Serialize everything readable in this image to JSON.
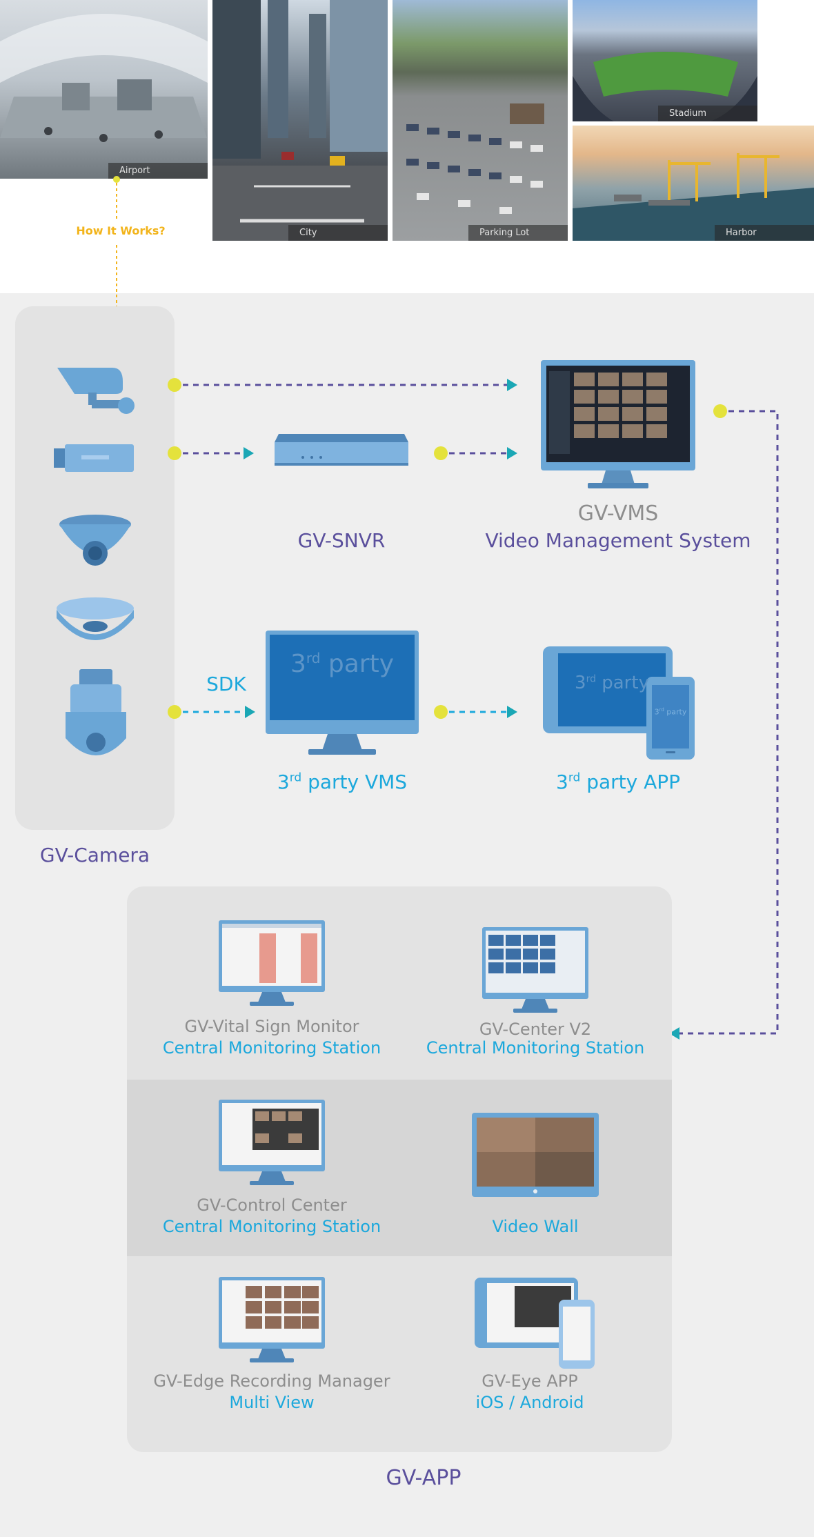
{
  "photos": [
    {
      "caption": "Airport"
    },
    {
      "caption": "City"
    },
    {
      "caption": "Parking Lot"
    },
    {
      "caption": "Stadium"
    },
    {
      "caption": "Harbor"
    }
  ],
  "how_it_works": "How It Works?",
  "snvr": {
    "label": "GV-SNVR"
  },
  "vms": {
    "name": "GV-VMS",
    "subtitle": "Video Management System"
  },
  "sdk": "SDK",
  "third_party": {
    "screen_text_base": "3",
    "screen_text_sup": "rd",
    "screen_text_word": " party",
    "vms_base": "3",
    "vms_sup": "rd",
    "vms_rest": " party VMS",
    "app_base": "3",
    "app_sup": "rd",
    "app_rest": " party APP"
  },
  "camera_group": {
    "label": "GV-Camera"
  },
  "app_group": {
    "label": "GV-APP",
    "items": [
      {
        "name": "GV-Vital Sign Monitor",
        "subtitle": "Central Monitoring Station"
      },
      {
        "name": "GV-Center V2",
        "subtitle": "Central Monitoring Station"
      },
      {
        "name": "GV-Control Center",
        "subtitle": "Central Monitoring Station"
      },
      {
        "name": "",
        "subtitle": "Video Wall"
      },
      {
        "name": "GV-Edge Recording Manager",
        "subtitle": "Multi View"
      },
      {
        "name": "GV-Eye APP",
        "subtitle": "iOS / Android"
      }
    ]
  },
  "colors": {
    "purple": "#5a4f9c",
    "cyan": "#1ca8dc",
    "teal_arrow": "#1aa7b5",
    "yellow_dot": "#e4e23c",
    "orange": "#f2b41b",
    "device_blue": "#6aa6d6"
  }
}
